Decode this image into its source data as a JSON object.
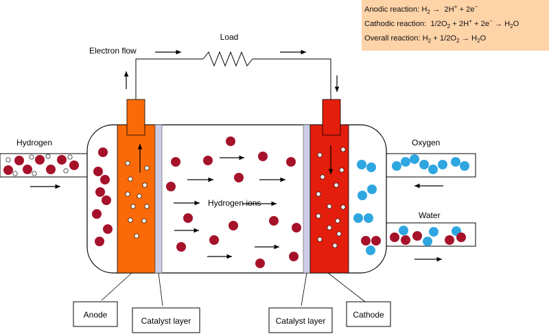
{
  "reactions": {
    "anodic_label": "Anodic reaction:",
    "cathodic_label": "Cathodic reaction:",
    "overall_label": "Overall reaction:"
  },
  "labels": {
    "load": "Load",
    "electron_flow": "Electron flow",
    "hydrogen": "Hydrogen",
    "oxygen": "Oxygen",
    "water": "Water",
    "hydrogen_ions": "Hydrogen ions",
    "anode": "Anode",
    "cathode": "Cathode",
    "catalyst_layer_left": "Catalyst layer",
    "catalyst_layer_right": "Catalyst layer"
  },
  "colors": {
    "anode": "#fa6a08",
    "cathode": "#e41e0c",
    "electrode_terminal_anode": "#fa6a08",
    "electrode_terminal_cathode": "#e41e0c",
    "catalyst": "#cccce6",
    "hydrogen_molecule": "#a5122a",
    "oxygen_molecule": "#2ea6e0",
    "reaction_box": "#fdd3a8"
  }
}
